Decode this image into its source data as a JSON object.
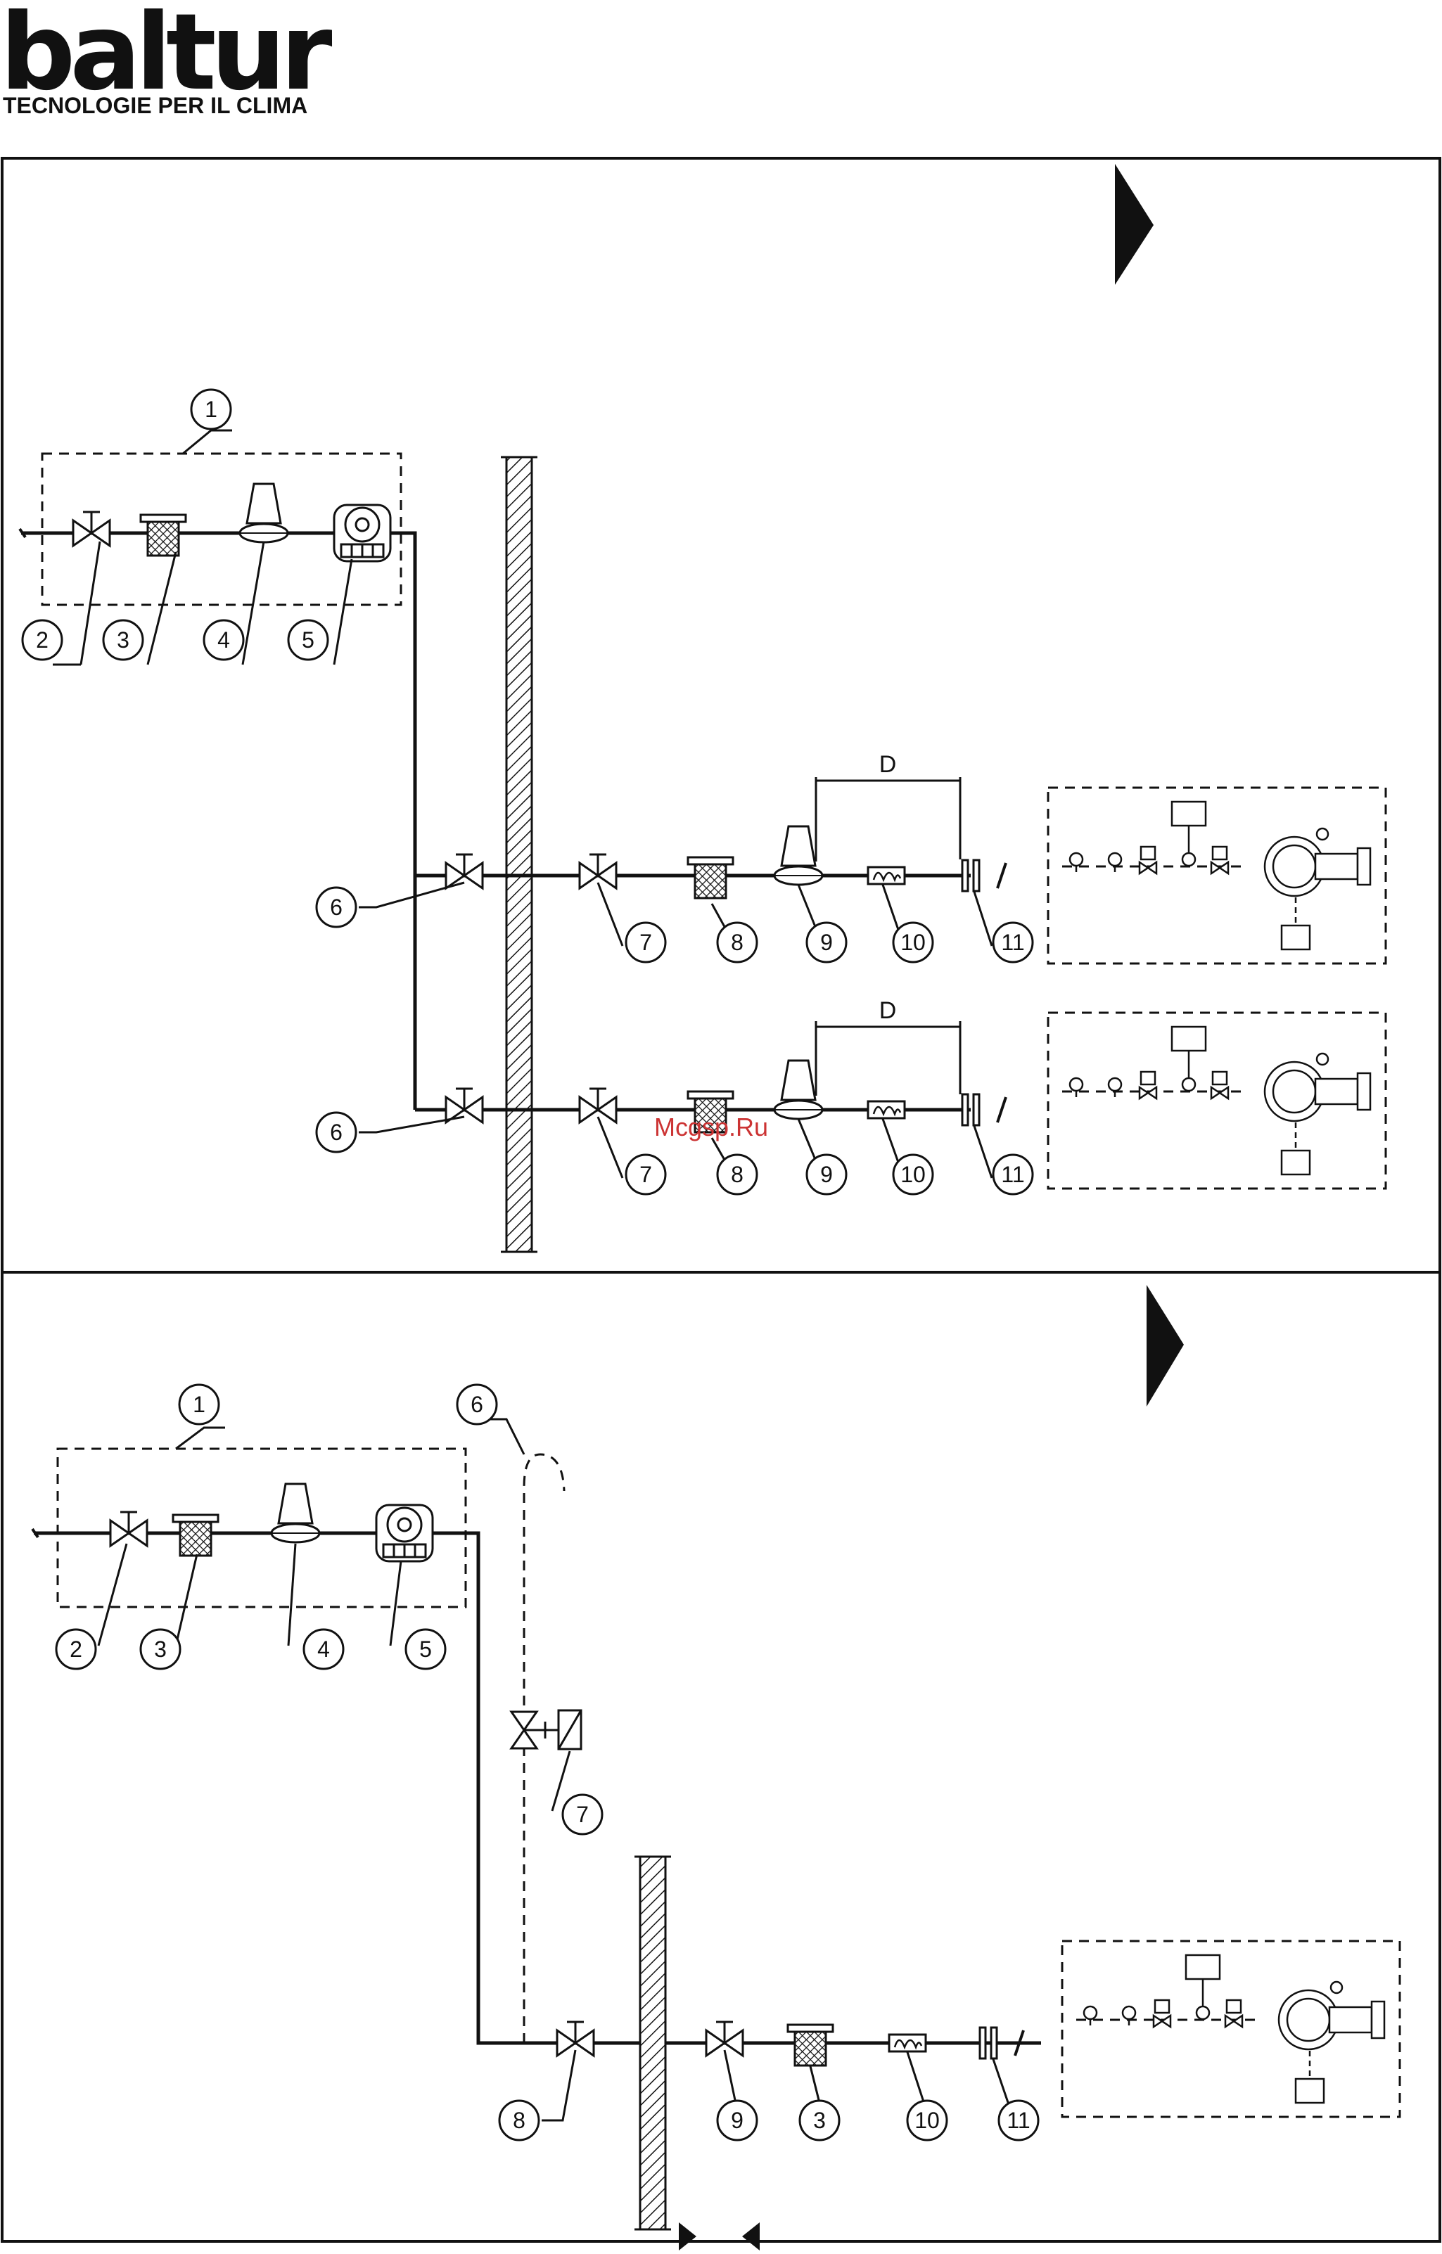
{
  "brand": {
    "logo_text": "baltur",
    "tagline": "TECNOLOGIE PER IL CLIMA"
  },
  "diagram1": {
    "callouts": [
      "1",
      "2",
      "3",
      "4",
      "5",
      "6",
      "7",
      "8",
      "9",
      "10",
      "11"
    ],
    "dimension_label": "D"
  },
  "diagram2": {
    "callouts": [
      "1",
      "2",
      "3",
      "4",
      "5",
      "6",
      "7",
      "8",
      "9",
      "3",
      "10",
      "11"
    ]
  },
  "watermark": "Mcgsp.Ru",
  "colors": {
    "line": "#111111",
    "watermark": "#cc3333"
  }
}
